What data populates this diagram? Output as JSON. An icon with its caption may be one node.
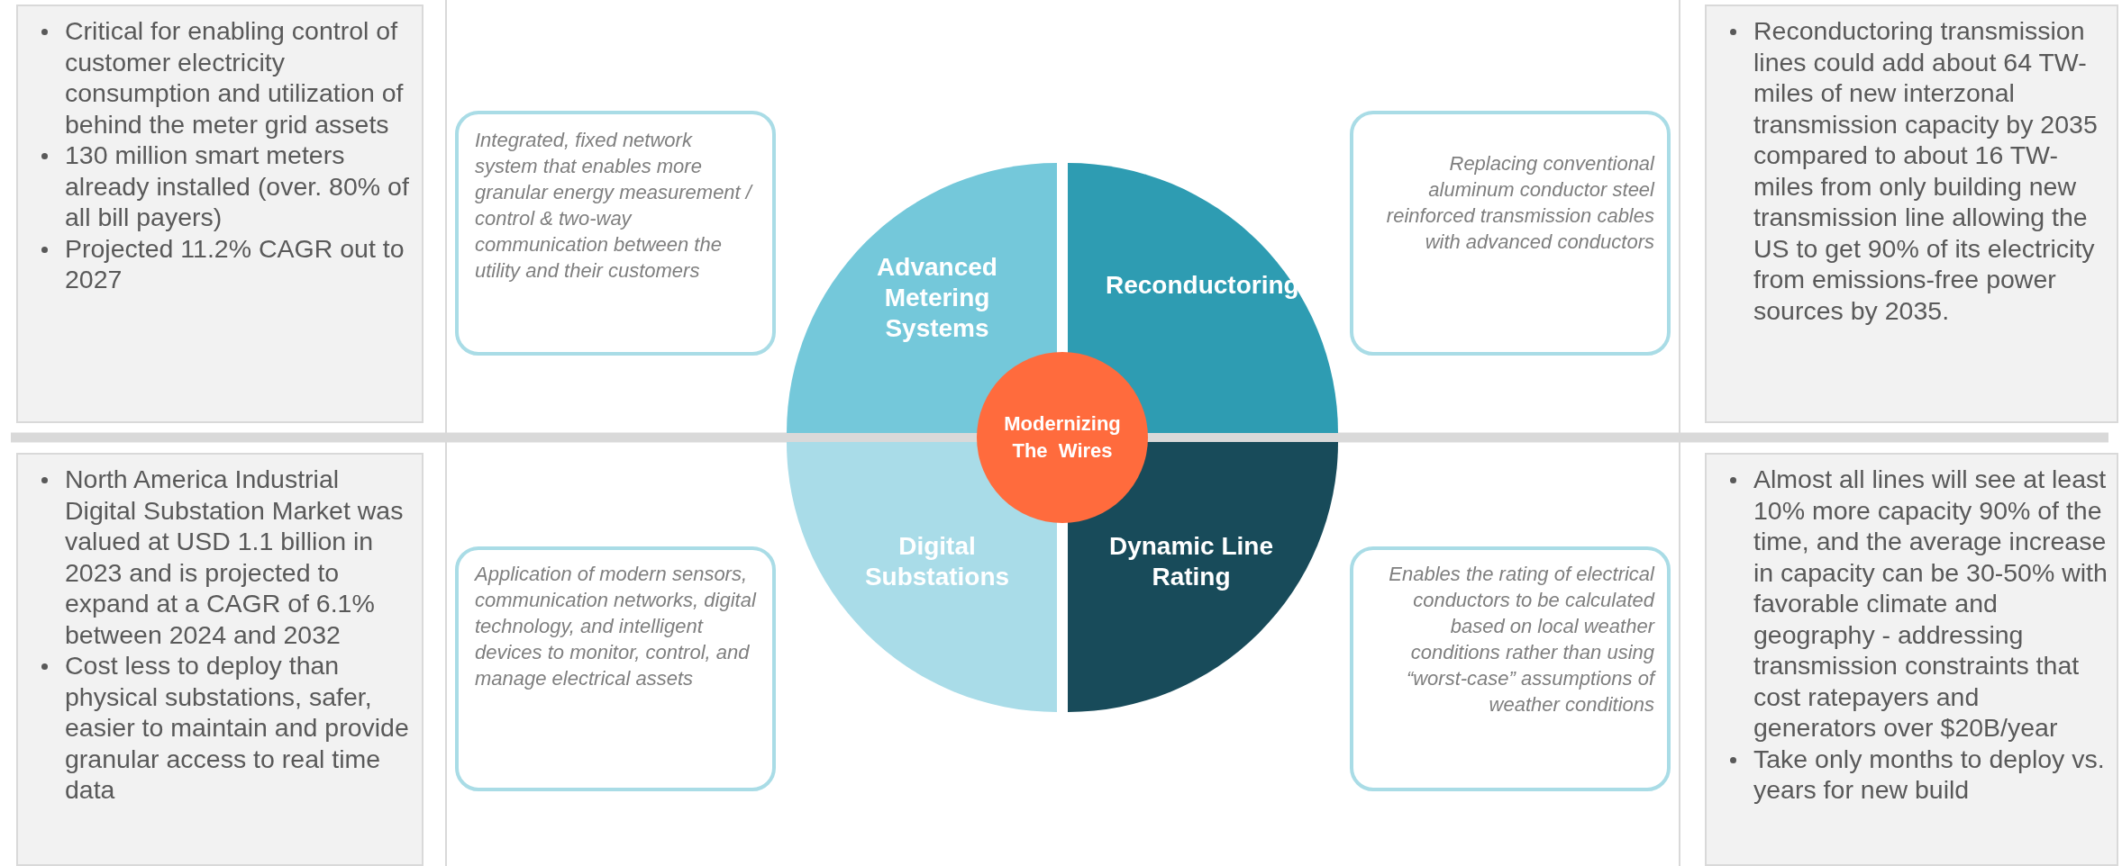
{
  "diagram": {
    "nodes": [
      {
        "text": [
          "Critical for enabling control of customer electricity consumption and utilization of behind the meter grid assets",
          "130 million smart meters already installed (over. 80% of all bill payers)",
          "Projected 11.2% CAGR out to 2027"
        ]
      },
      {
        "text": [
          "Integrated, fixed network system that enables more granular energy measurement / control & two-way communication between the utility and their customers"
        ]
      },
      {
        "text": [
          "Advanced Metering Systems"
        ]
      },
      {
        "text": [
          "Reconductoring"
        ]
      },
      {
        "text": [
          "Replacing conventional aluminum conductor steel reinforced transmission cables with advanced conductors"
        ]
      },
      {
        "text": [
          "Reconductoring transmission lines could add about 64 TW-miles of new interzonal transmission capacity by 2035 compared to about 16 TW-miles from only building new transmission line allowing the US to get 90% of its electricity from emissions-free power sources by 2035."
        ]
      },
      {
        "text": [
          "Modernizing The  Wires"
        ]
      },
      {
        "text": [
          "North America Industrial Digital Substation Market was valued at USD 1.1 billion in 2023 and is projected to expand at a CAGR of 6.1% between 2024 and 2032",
          "Cost less to deploy than physical substations, safer, easier to maintain and provide granular access to real time data"
        ]
      },
      {
        "text": [
          "Application of modern sensors, communication networks, digital technology, and intelligent devices to monitor, control, and manage electrical assets"
        ]
      },
      {
        "text": [
          "Digital Substations"
        ]
      },
      {
        "text": [
          "Dynamic Line Rating"
        ]
      },
      {
        "text": [
          "Enables the rating of electrical conductors to be calculated based on local weather conditions rather than using “worst-case” assumptions of weather conditions"
        ]
      },
      {
        "text": [
          "Almost all lines will see at least 10% more capacity 90% of the time, and the average increase in capacity can be 30-50% with favorable climate and geography - addressing transmission constraints that cost ratepayers and generators over $20B/year",
          "Take only months to deploy vs. years for new build"
        ]
      }
    ]
  }
}
